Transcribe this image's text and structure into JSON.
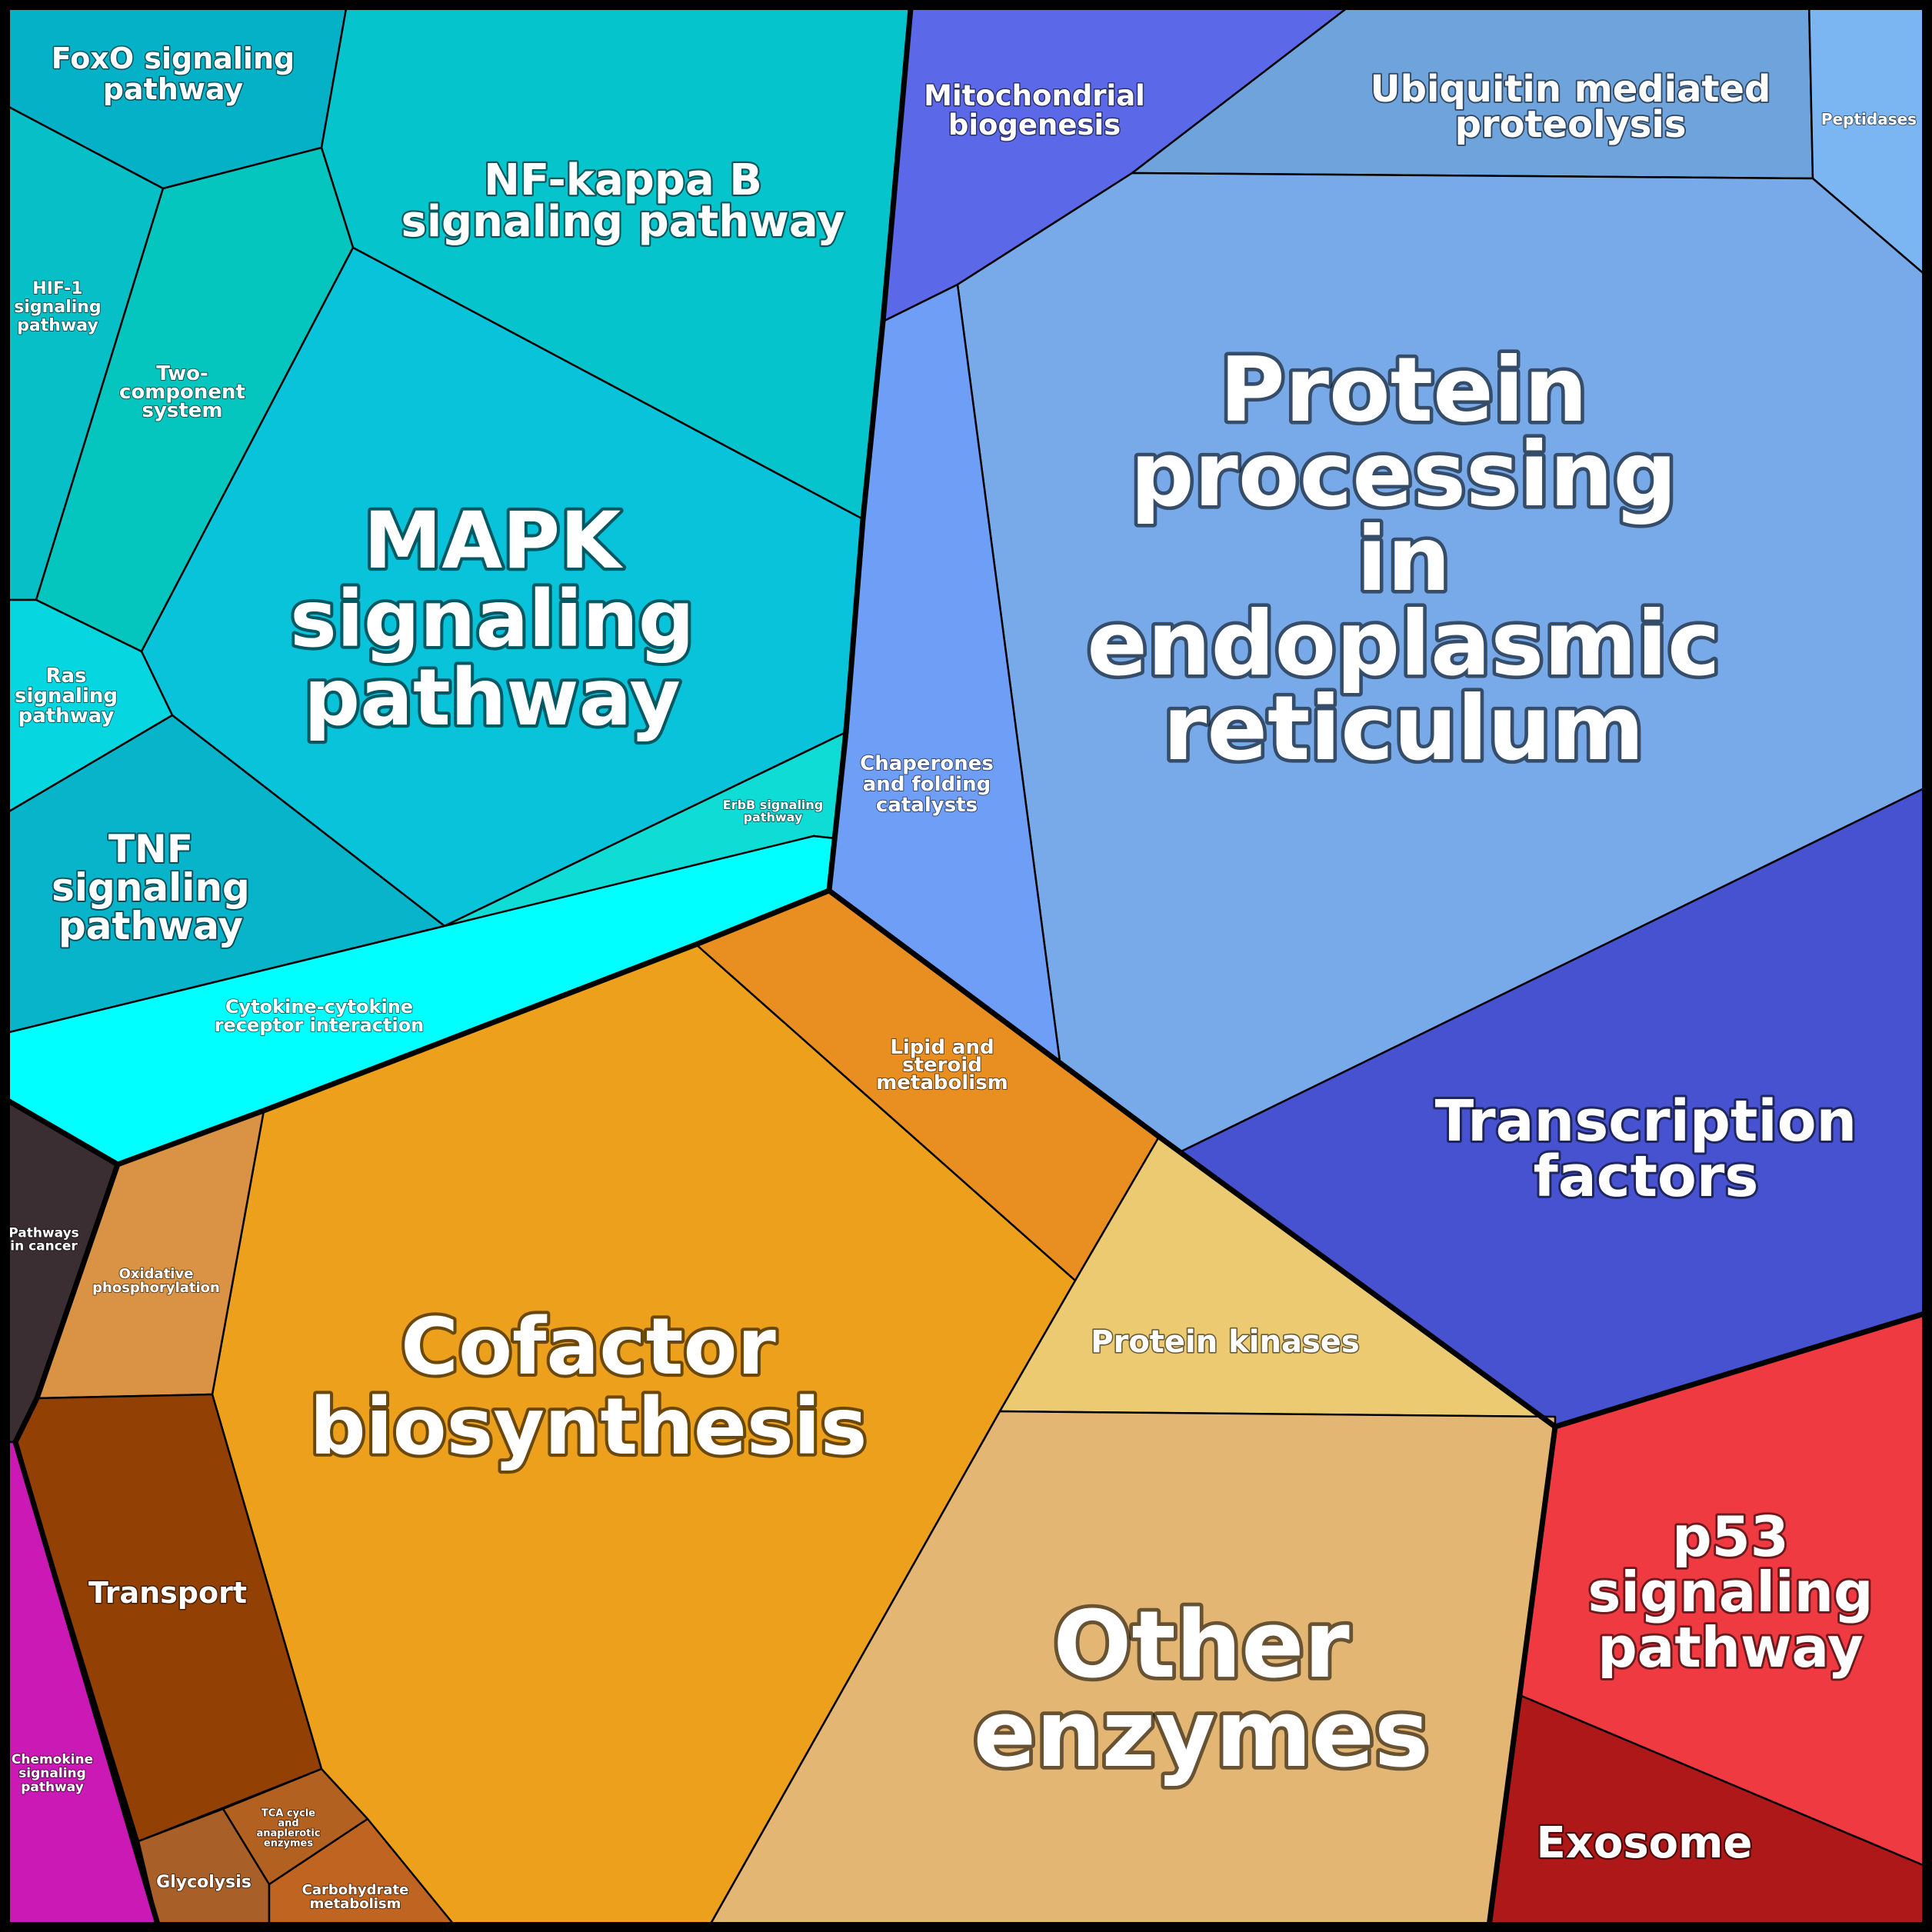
{
  "cells": [
    {
      "name": "foxo-signaling-pathway",
      "group": "signaling",
      "color": "#04B1C6",
      "lines": [
        "FoxO signaling",
        "pathway"
      ]
    },
    {
      "name": "nf-kappa-b-signaling-pathway",
      "group": "signaling",
      "color": "#06C4CB",
      "lines": [
        "NF-kappa B",
        "signaling pathway"
      ]
    },
    {
      "name": "hif-1-signaling-pathway",
      "group": "signaling",
      "color": "#07BFC6",
      "lines": [
        "HIF-1",
        "signaling",
        "pathway"
      ]
    },
    {
      "name": "two-component-system",
      "group": "signaling",
      "color": "#05C6BE",
      "lines": [
        "Two-",
        "component",
        "system"
      ]
    },
    {
      "name": "mapk-signaling-pathway",
      "group": "signaling",
      "color": "#09C3DA",
      "lines": [
        "MAPK",
        "signaling",
        "pathway"
      ]
    },
    {
      "name": "ras-signaling-pathway",
      "group": "signaling",
      "color": "#06D6E0",
      "lines": [
        "Ras",
        "signaling",
        "pathway"
      ]
    },
    {
      "name": "tnf-signaling-pathway",
      "group": "signaling",
      "color": "#07B4C9",
      "lines": [
        "TNF",
        "signaling",
        "pathway"
      ]
    },
    {
      "name": "erbb-signaling-pathway",
      "group": "signaling",
      "color": "#10DCD6",
      "lines": [
        "ErbB signaling",
        "pathway"
      ]
    },
    {
      "name": "cytokine-cytokine-receptor-interaction",
      "group": "signaling",
      "color": "#00FFFF",
      "lines": [
        "Cytokine-cytokine",
        "receptor interaction"
      ]
    },
    {
      "name": "mitochondrial-biogenesis",
      "group": "genetic",
      "color": "#5B68E8",
      "lines": [
        "Mitochondrial",
        "biogenesis"
      ]
    },
    {
      "name": "ubiquitin-mediated-proteolysis",
      "group": "genetic",
      "color": "#6FA3DC",
      "lines": [
        "Ubiquitin mediated",
        "proteolysis"
      ]
    },
    {
      "name": "peptidases",
      "group": "genetic",
      "color": "#7BB6F2",
      "lines": [
        "Peptidases"
      ]
    },
    {
      "name": "protein-processing-in-endoplasmic-reticulum",
      "group": "genetic",
      "color": "#78AAEA",
      "lines": [
        "Protein",
        "processing",
        "in",
        "endoplasmic",
        "reticulum"
      ]
    },
    {
      "name": "chaperones-and-folding-catalysts",
      "group": "genetic",
      "color": "#6F9EF6",
      "lines": [
        "Chaperones",
        "and folding",
        "catalysts"
      ]
    },
    {
      "name": "transcription-factors",
      "group": "genetic",
      "color": "#4652CF",
      "lines": [
        "Transcription",
        "factors"
      ]
    },
    {
      "name": "lipid-and-steroid-metabolism",
      "group": "metabolism",
      "color": "#E98F21",
      "lines": [
        "Lipid and",
        "steroid",
        "metabolism"
      ]
    },
    {
      "name": "cofactor-biosynthesis",
      "group": "metabolism",
      "color": "#ECA01C",
      "lines": [
        "Cofactor",
        "biosynthesis"
      ]
    },
    {
      "name": "protein-kinases",
      "group": "metabolism",
      "color": "#EBCA72",
      "lines": [
        "Protein kinases"
      ]
    },
    {
      "name": "other-enzymes",
      "group": "metabolism",
      "color": "#E4B673",
      "lines": [
        "Other",
        "enzymes"
      ]
    },
    {
      "name": "oxidative-phosphorylation",
      "group": "metabolism",
      "color": "#DA9345",
      "lines": [
        "Oxidative",
        "phosphorylation"
      ]
    },
    {
      "name": "transport",
      "group": "metabolism",
      "color": "#934005",
      "lines": [
        "Transport"
      ]
    },
    {
      "name": "tca-cycle-and-anaplerotic-enzymes",
      "group": "metabolism",
      "color": "#B36120",
      "lines": [
        "TCA cycle",
        "and",
        "anaplerotic",
        "enzymes"
      ]
    },
    {
      "name": "glycolysis",
      "group": "metabolism",
      "color": "#A85F28",
      "lines": [
        "Glycolysis"
      ]
    },
    {
      "name": "carbohydrate-metabolism",
      "group": "metabolism",
      "color": "#BF6521",
      "lines": [
        "Carbohydrate",
        "metabolism"
      ]
    },
    {
      "name": "pathways-in-cancer",
      "group": "disease",
      "color": "#3B2E33",
      "lines": [
        "Pathways",
        "in cancer"
      ]
    },
    {
      "name": "chemokine-signaling-pathway",
      "group": "disease",
      "color": "#CB19B5",
      "lines": [
        "Chemokine",
        "signaling",
        "pathway"
      ]
    },
    {
      "name": "p53-signaling-pathway",
      "group": "cellular",
      "color": "#EE3A40",
      "lines": [
        "p53",
        "signaling",
        "pathway"
      ]
    },
    {
      "name": "exosome",
      "group": "cellular",
      "color": "#AE1818",
      "lines": [
        "Exosome"
      ]
    }
  ]
}
